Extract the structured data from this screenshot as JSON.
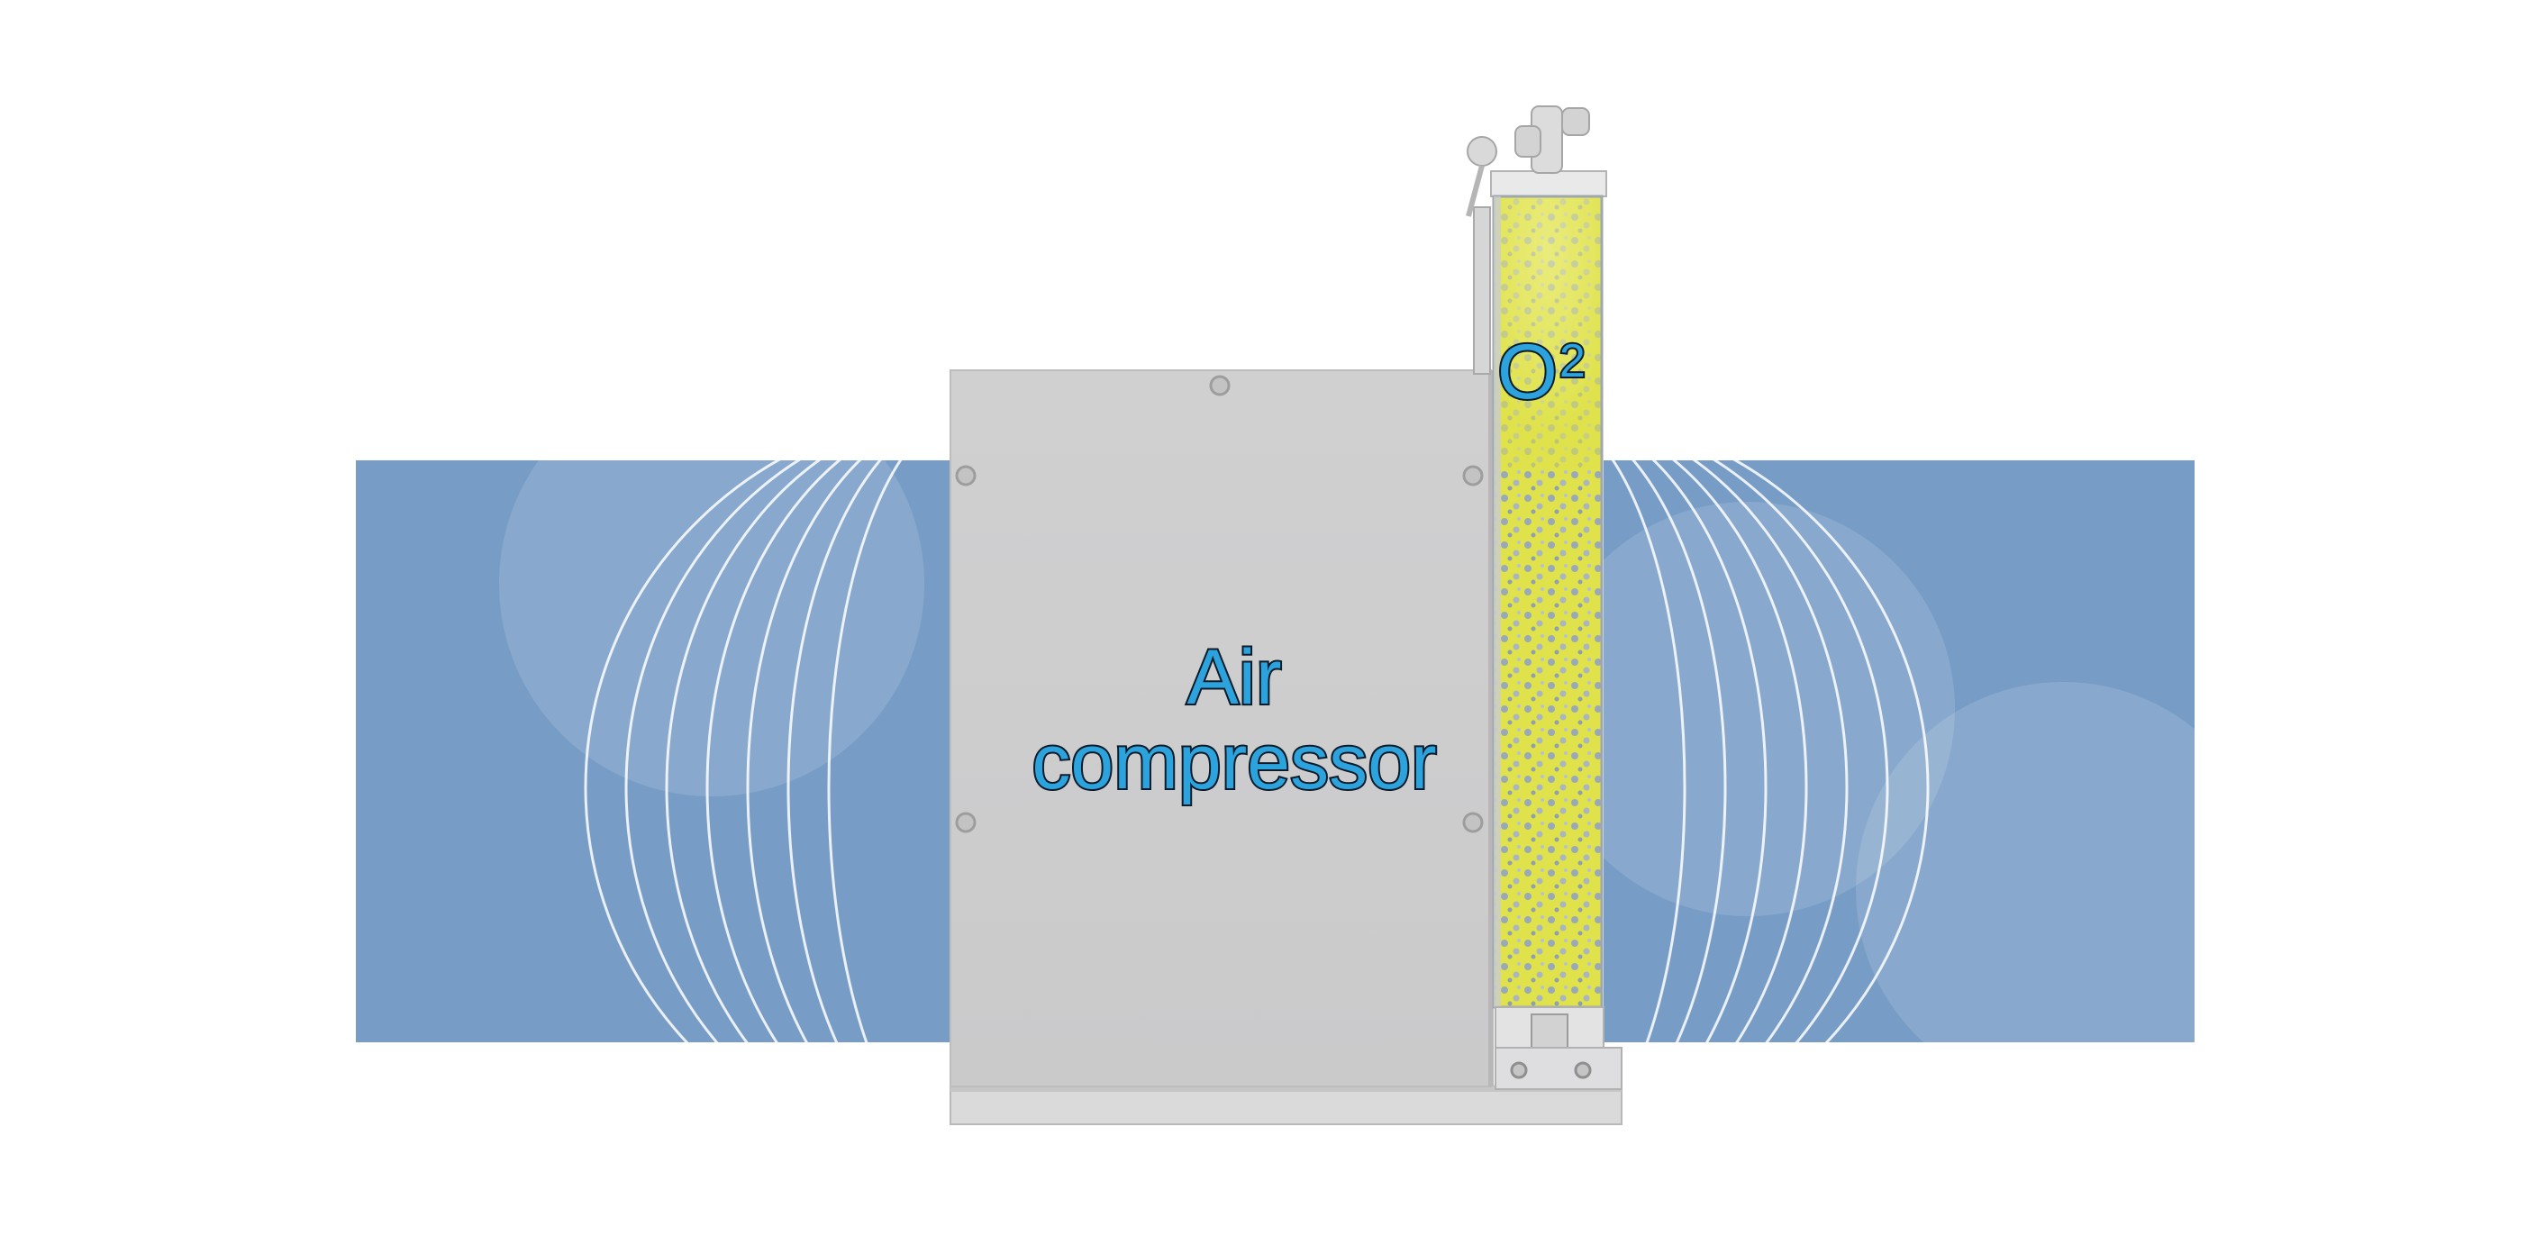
{
  "diagram": {
    "compressor": {
      "label_line1": "Air",
      "label_line2": "compressor"
    },
    "oxygen_column": {
      "label_base": "O",
      "label_superscript": "2"
    },
    "colors": {
      "band": "#779dc6",
      "label_fill": "#2da3de",
      "label_outline": "#0b1b2a",
      "housing": "#cfcfd0",
      "sieve": "#dfe24a"
    }
  }
}
